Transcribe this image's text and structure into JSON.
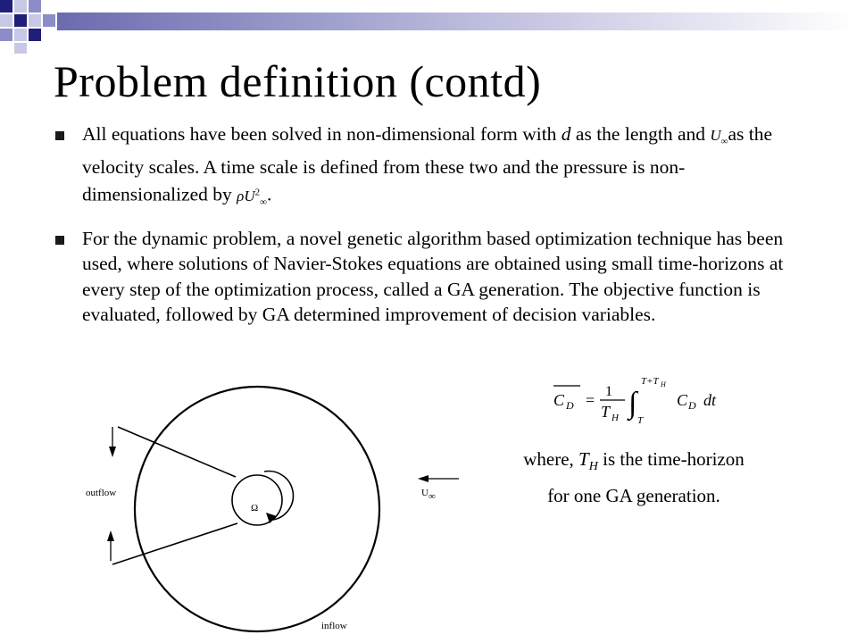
{
  "slide": {
    "title": "Problem definition (contd)",
    "bullets": [
      {
        "part1": "All equations have been solved in non-dimensional form with ",
        "d_symbol": "d",
        "part2": " as the length and ",
        "u_symbol": "U",
        "u_sub": "∞",
        "part3": "as the velocity scales. A time scale is defined from these two and the pressure is non-dimensionalized by ",
        "rho_symbol": "ρU",
        "rho_sup": "2",
        "rho_sub": "∞",
        "part4": "."
      },
      {
        "text": "For the dynamic problem, a novel genetic algorithm based optimization technique has been used, where solutions of Navier-Stokes equations are obtained using small time-horizons at every step of the optimization process, called a GA generation. The objective function is evaluated, followed by GA determined improvement of decision variables."
      }
    ],
    "formula": {
      "lhs": "C",
      "lhs_sub": "D",
      "equals": "=",
      "numerator": "1",
      "denominator": "T",
      "denominator_sub": "H",
      "integral": "∫",
      "upper_limit": "T+T",
      "upper_limit_sub": "H",
      "lower_limit": "T",
      "integrand": "C",
      "integrand_sub": "D",
      "differential": "dt"
    },
    "note": {
      "line1_prefix": "where, ",
      "symbol": "T",
      "symbol_sub": "H",
      "line1_suffix": " is the time-horizon",
      "line2": "for one GA generation."
    },
    "diagram": {
      "outflow_label": "outflow",
      "inflow_label": "inflow",
      "omega_label": "Ω",
      "u_label": "U",
      "u_label_sub": "∞"
    },
    "colors": {
      "corner_dark": "#1f1f7a",
      "corner_mid": "#8c8cc8",
      "corner_light": "#c8c8e6"
    }
  }
}
